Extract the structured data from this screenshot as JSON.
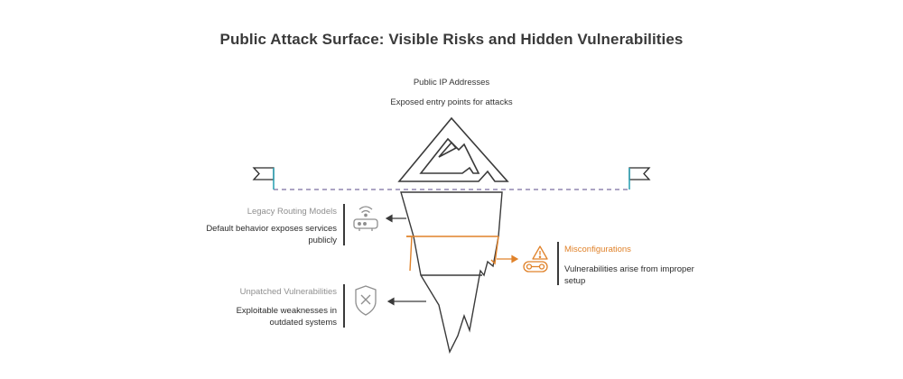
{
  "title": "Public Attack Surface: Visible Risks and Hidden Vulnerabilities",
  "top": {
    "heading": "Public IP Addresses",
    "description": "Exposed entry points for attacks"
  },
  "items": [
    {
      "heading": "Legacy Routing Models",
      "description_line1": "Default behavior exposes services",
      "description_line2": "publicly",
      "icon": "router-icon"
    },
    {
      "heading": "Misconfigurations",
      "description_line1": "Vulnerabilities arise from improper",
      "description_line2": "setup",
      "icon": "warning-gears-icon"
    },
    {
      "heading": "Unpatched Vulnerabilities",
      "description_line1": "Exploitable weaknesses in",
      "description_line2": "outdated systems",
      "icon": "shield-x-icon"
    }
  ],
  "colors": {
    "line": "#3a3a3a",
    "accent": "#e0822a",
    "waterline": "#5a4a8a",
    "flag_post": "#2fa3b5"
  }
}
